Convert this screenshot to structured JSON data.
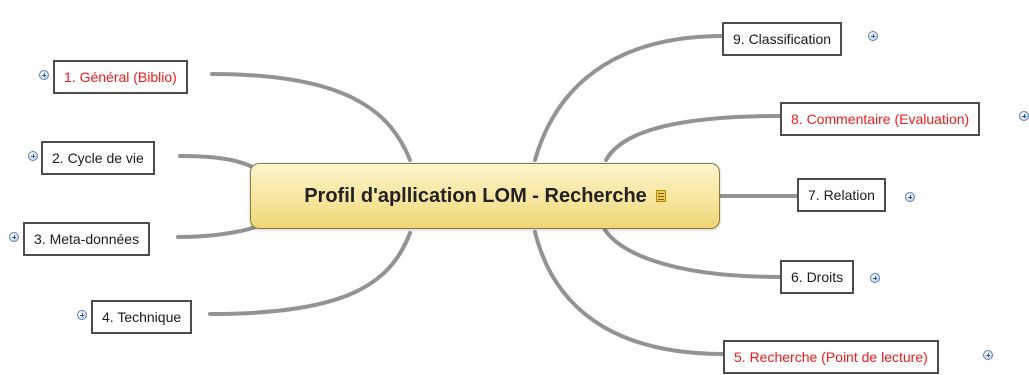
{
  "central_topic": {
    "label": "Profil d'apllication LOM - Recherche",
    "icon": "note-icon"
  },
  "left_topics": [
    {
      "label": "1. Général (Biblio)",
      "flagged": true,
      "collapsed": true
    },
    {
      "label": "2. Cycle de vie",
      "flagged": false,
      "collapsed": true
    },
    {
      "label": "3. Meta-données",
      "flagged": false,
      "collapsed": true
    },
    {
      "label": "4. Technique",
      "flagged": false,
      "collapsed": true
    }
  ],
  "right_topics": [
    {
      "label": "9. Classification",
      "flagged": false,
      "collapsed": true
    },
    {
      "label": "8. Commentaire (Evaluation)",
      "flagged": true,
      "collapsed": true
    },
    {
      "label": "7. Relation",
      "flagged": false,
      "collapsed": true
    },
    {
      "label": "6. Droits",
      "flagged": false,
      "collapsed": true
    },
    {
      "label": "5. Recherche (Point de lecture)",
      "flagged": true,
      "collapsed": true
    }
  ],
  "colors": {
    "flagged_text": "#ee1c1c",
    "normal_text": "#1a1a1a",
    "node_border": "#4d4d4d",
    "branch": "#939393",
    "central_fill": "#f6e49a"
  }
}
